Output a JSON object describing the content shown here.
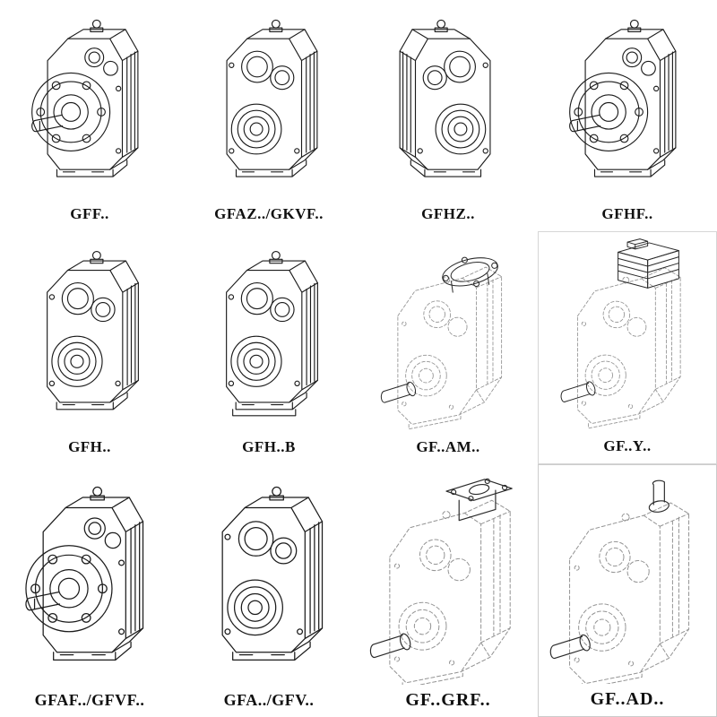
{
  "catalog": {
    "items": [
      {
        "label": "GFF..",
        "drawing": "flange-mounted-gearbox"
      },
      {
        "label": "GFAZ../GKVF..",
        "drawing": "shaft-mounted-gearbox"
      },
      {
        "label": "GFHZ..",
        "drawing": "shaft-mounted-gearbox-mirrored"
      },
      {
        "label": "GFHF..",
        "drawing": "flange-mounted-gearbox"
      },
      {
        "label": "GFH..",
        "drawing": "hollow-shaft-gearbox"
      },
      {
        "label": "GFH..B",
        "drawing": "hollow-shaft-gearbox-with-foot"
      },
      {
        "label": "GF..AM..",
        "drawing": "gearbox-with-motor-adapter-flange"
      },
      {
        "label": "GF..Y..",
        "drawing": "gearbox-with-mounted-motor"
      },
      {
        "label": "GFAF../GFVF..",
        "drawing": "flange-mounted-gearbox"
      },
      {
        "label": "GFA../GFV..",
        "drawing": "shaft-mounted-gearbox"
      },
      {
        "label": "GF..GRF..",
        "drawing": "gearbox-with-square-flange-adapter"
      },
      {
        "label": "GF..AD..",
        "drawing": "gearbox-with-input-shaft-adapter"
      }
    ],
    "colors": {
      "line": "#1b1b1b",
      "ghost": "#949494",
      "label": "#101010",
      "background": "#ffffff"
    }
  }
}
